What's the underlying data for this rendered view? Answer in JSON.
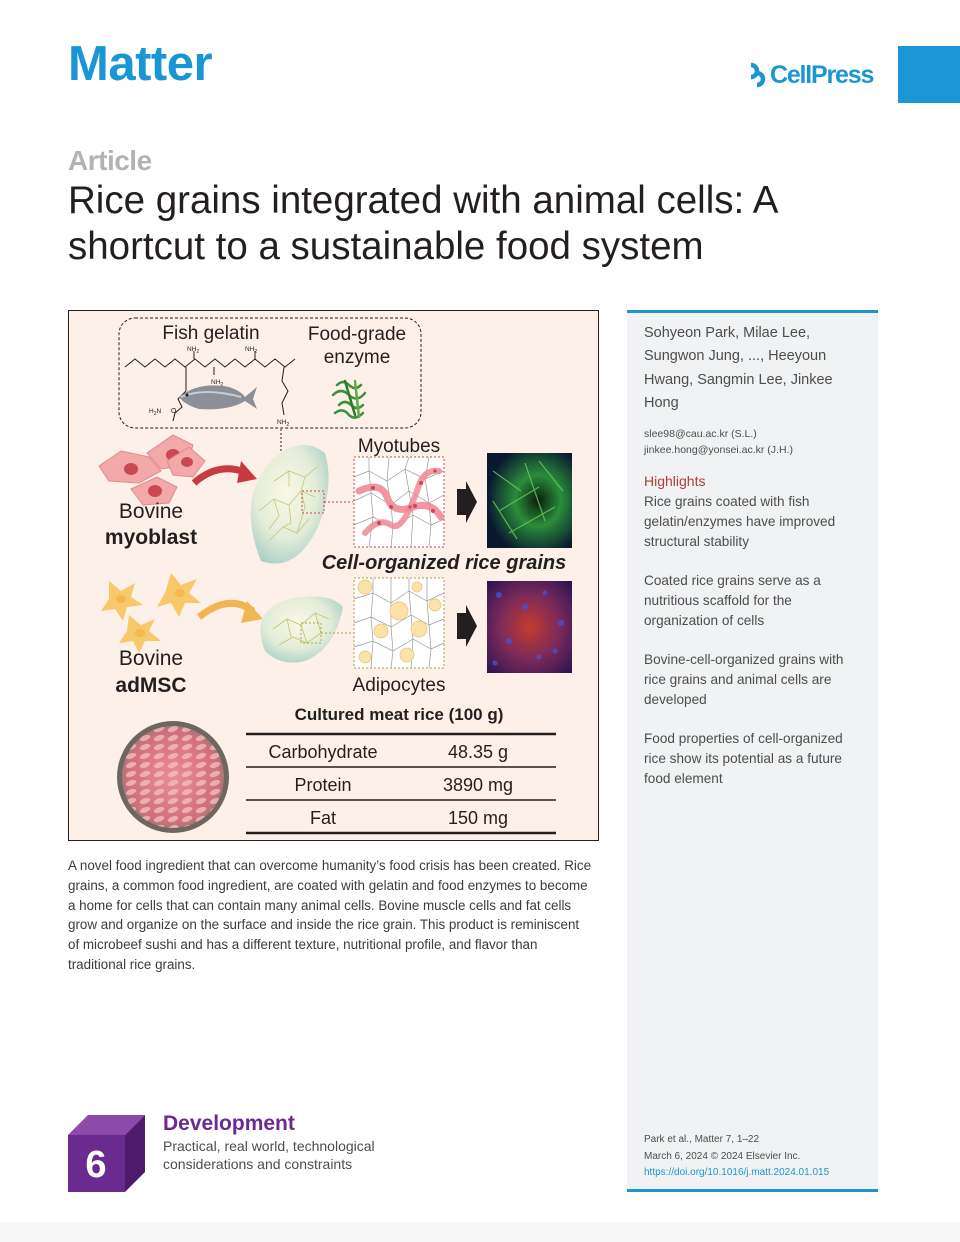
{
  "header": {
    "journal": "Matter",
    "publisher": "CellPress",
    "accent_color": "#1996d3"
  },
  "article": {
    "section_label": "Article",
    "title": "Rice grains integrated with animal cells: A shortcut to a sustainable food system",
    "summary": "A novel food ingredient that can overcome humanity’s food crisis has been created. Rice grains, a common food ingredient, are coated with gelatin and food enzymes to become a home for cells that can contain many animal cells. Bovine muscle cells and fat cells grow and organize on the surface and inside the rice grain. This product is reminiscent of microbeef sushi and has a different texture, nutritional profile, and flavor than traditional rice grains."
  },
  "graphical_abstract": {
    "fish_gelatin": "Fish gelatin",
    "enzyme_line1": "Food-grade",
    "enzyme_line2": "enzyme",
    "myotubes": "Myotubes",
    "myoblast_line1": "Bovine",
    "myoblast_line2": "myoblast",
    "cell_organized": "Cell-organized rice grains",
    "adscs_line1": "Bovine",
    "adscs_line2": "adMSC",
    "adipocytes": "Adipocytes",
    "table_title": "Cultured meat rice (100 g)",
    "table_rows": [
      {
        "name": "Carbohydrate",
        "value": "48.35 g"
      },
      {
        "name": "Protein",
        "value": "3890 mg"
      },
      {
        "name": "Fat",
        "value": "150 mg"
      }
    ],
    "nh2": "NH",
    "h2n": "H",
    "subscript_2": "2"
  },
  "sidebar": {
    "authors": "Sohyeon Park, Milae Lee, Sungwon Jung, ..., Heeyoun Hwang, Sangmin Lee, Jinkee Hong",
    "email_1": "slee98@cau.ac.kr (S.L.)",
    "email_2": "jinkee.hong@yonsei.ac.kr (J.H.)",
    "highlights_title": "Highlights",
    "highlights": [
      "Rice grains coated with fish gelatin/enzymes have improved structural stability",
      "Coated rice grains serve as a nutritious scaffold for the organization of cells",
      "Bovine-cell-organized grains with rice grains and animal cells are developed",
      "Food properties of cell-organized rice show its potential as a future food element"
    ],
    "citation": "Park et al., Matter 7, 1–22",
    "date": "March 6, 2024 © 2024 Elsevier Inc.",
    "doi": "https://doi.org/10.1016/j.matt.2024.01.015"
  },
  "development": {
    "level": "6",
    "title": "Development",
    "description": "Practical, real world, technological considerations and constraints",
    "color": "#6b2a8f"
  }
}
